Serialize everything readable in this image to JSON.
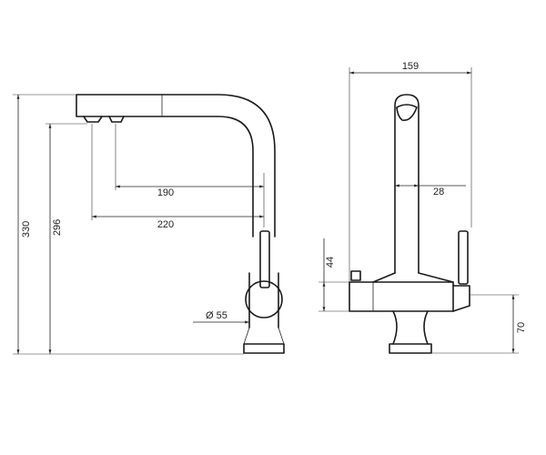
{
  "dimensions": {
    "height_overall": "330",
    "height_spout": "296",
    "reach_190": "190",
    "reach_220": "220",
    "base_diameter": "Ø 55",
    "width_overall": "159",
    "spout_diameter": "28",
    "lever_height": "44",
    "body_height": "70"
  }
}
